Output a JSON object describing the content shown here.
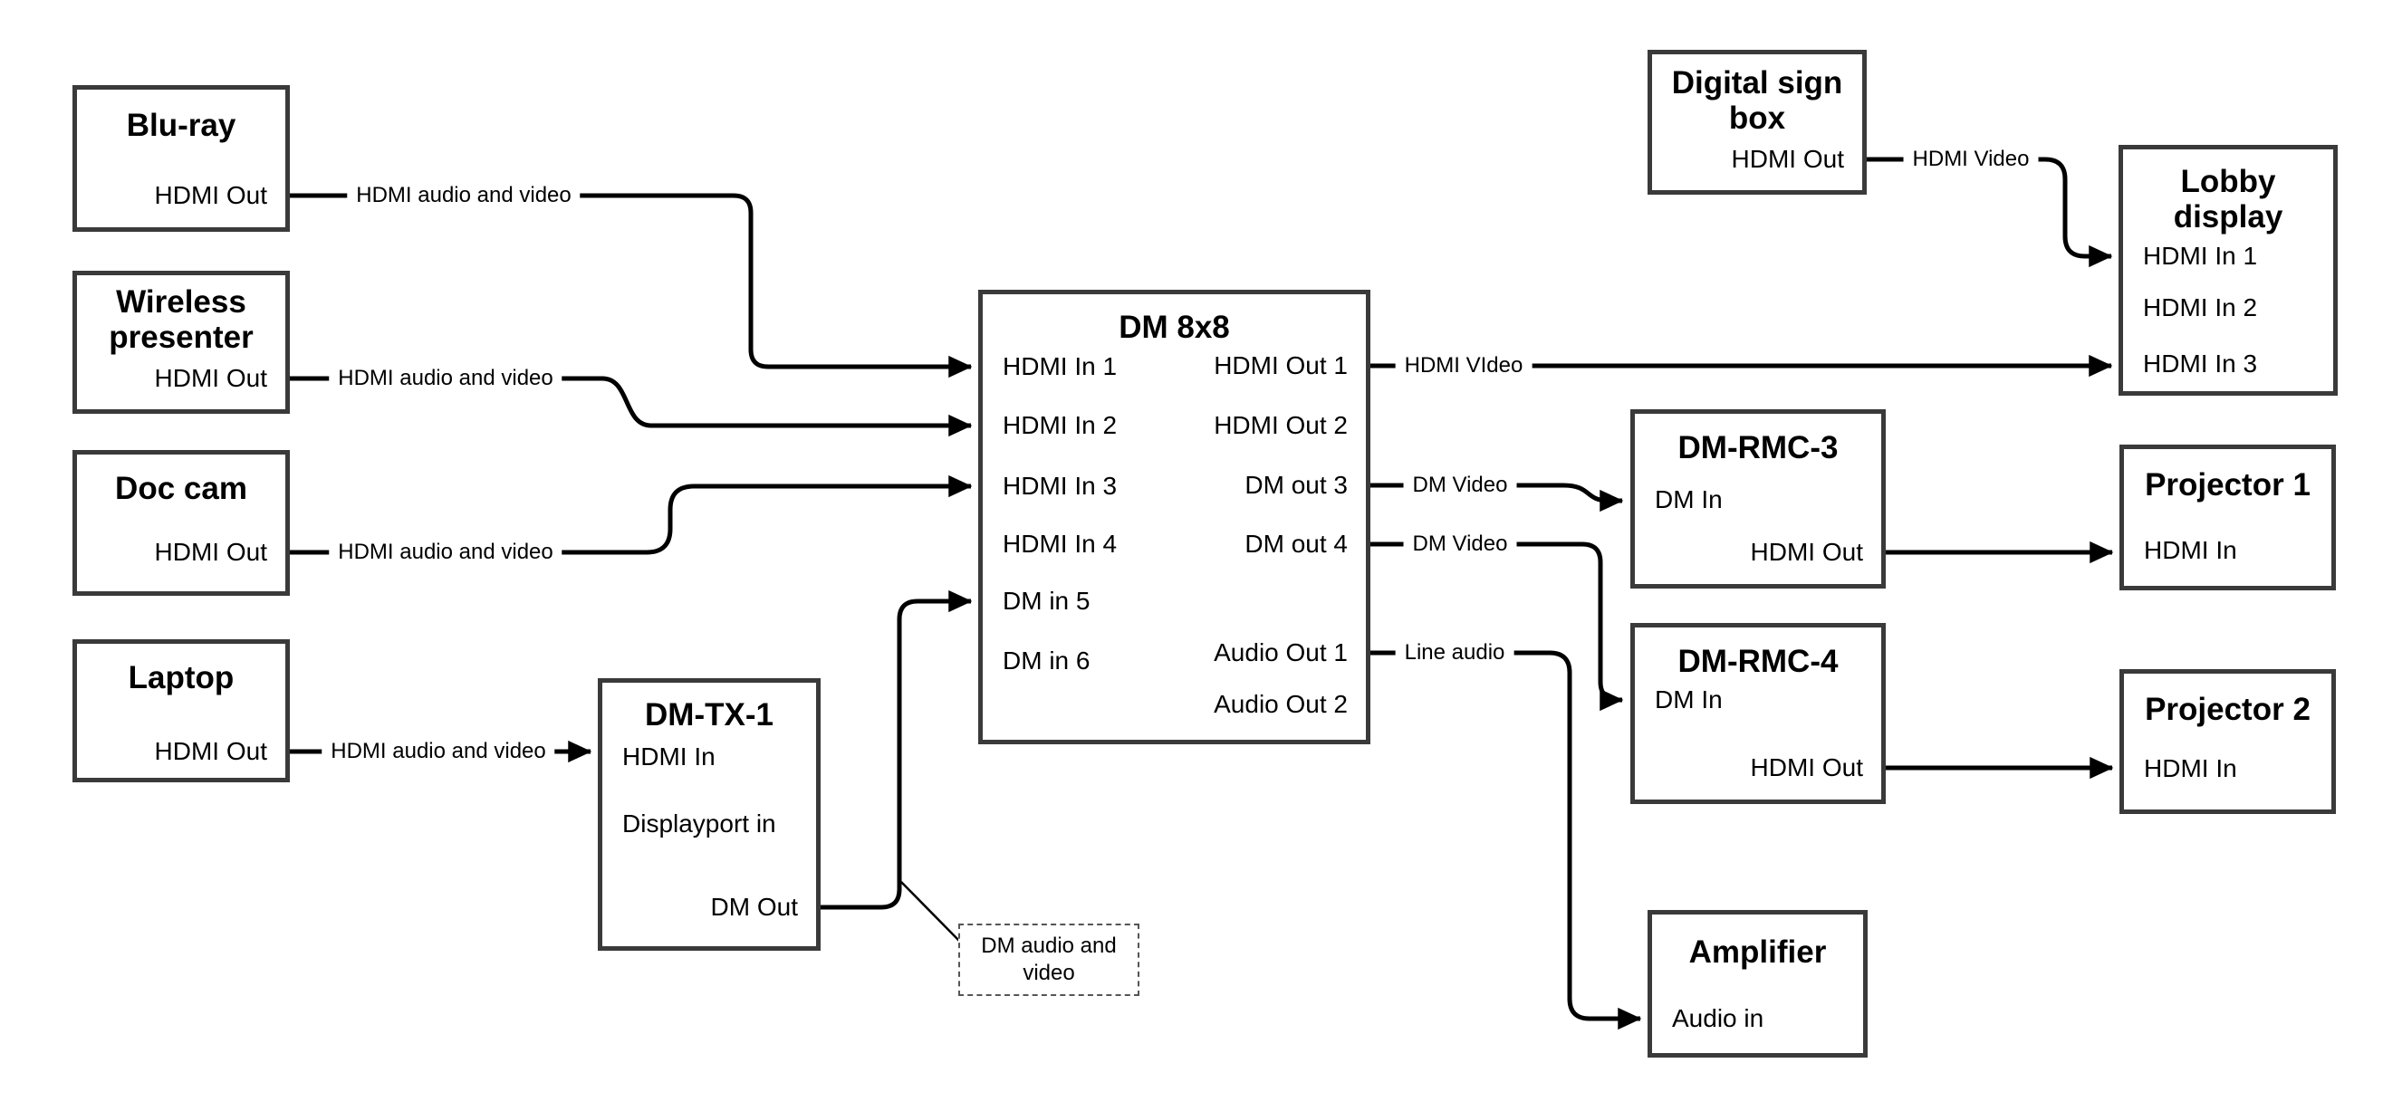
{
  "diagram": {
    "colors": {
      "background": "#ffffff",
      "wire": "#000000",
      "box_border": "#3a3a3a",
      "text": "#000000"
    },
    "nodes": {
      "bluray": {
        "title": "Blu-ray",
        "ports": [
          {
            "label": "HDMI Out"
          }
        ]
      },
      "wireless_presenter": {
        "title": "Wireless presenter",
        "ports": [
          {
            "label": "HDMI Out"
          }
        ]
      },
      "doc_cam": {
        "title": "Doc cam",
        "ports": [
          {
            "label": "HDMI Out"
          }
        ]
      },
      "laptop": {
        "title": "Laptop",
        "ports": [
          {
            "label": "HDMI Out"
          }
        ]
      },
      "dm_tx_1": {
        "title": "DM-TX-1",
        "ports": [
          {
            "label": "HDMI In"
          },
          {
            "label": "Displayport in"
          },
          {
            "label": "DM Out"
          }
        ]
      },
      "dm_8x8": {
        "title": "DM 8x8",
        "ports_left": [
          {
            "label": "HDMI In 1"
          },
          {
            "label": "HDMI In 2"
          },
          {
            "label": "HDMI In 3"
          },
          {
            "label": "HDMI In 4"
          },
          {
            "label": "DM in 5"
          },
          {
            "label": "DM in 6"
          }
        ],
        "ports_right": [
          {
            "label": "HDMI Out 1"
          },
          {
            "label": "HDMI Out 2"
          },
          {
            "label": "DM out 3"
          },
          {
            "label": "DM out 4"
          },
          {
            "label": "Audio Out 1"
          },
          {
            "label": "Audio Out 2"
          }
        ]
      },
      "digital_sign_box": {
        "title": "Digital sign box",
        "ports": [
          {
            "label": "HDMI Out"
          }
        ]
      },
      "lobby_display": {
        "title": "Lobby display",
        "ports": [
          {
            "label": "HDMI In 1"
          },
          {
            "label": "HDMI In 2"
          },
          {
            "label": "HDMI In 3"
          }
        ]
      },
      "dm_rmc_3": {
        "title": "DM-RMC-3",
        "ports": [
          {
            "label": "DM In"
          },
          {
            "label": "HDMI Out"
          }
        ]
      },
      "projector_1": {
        "title": "Projector 1",
        "ports": [
          {
            "label": "HDMI In"
          }
        ]
      },
      "dm_rmc_4": {
        "title": "DM-RMC-4",
        "ports": [
          {
            "label": "DM In"
          },
          {
            "label": "HDMI Out"
          }
        ]
      },
      "projector_2": {
        "title": "Projector 2",
        "ports": [
          {
            "label": "HDMI In"
          }
        ]
      },
      "amplifier": {
        "title": "Amplifier",
        "ports": [
          {
            "label": "Audio in"
          }
        ]
      }
    },
    "wire_labels": [
      {
        "text": "HDMI audio and video"
      },
      {
        "text": "HDMI audio and video"
      },
      {
        "text": "HDMI audio and video"
      },
      {
        "text": "HDMI audio and video"
      },
      {
        "text": "HDMI VIdeo"
      },
      {
        "text": "DM Video"
      },
      {
        "text": "DM Video"
      },
      {
        "text": "Line audio"
      },
      {
        "text": "HDMI Video"
      }
    ],
    "callout": {
      "text": "DM audio and video"
    }
  }
}
